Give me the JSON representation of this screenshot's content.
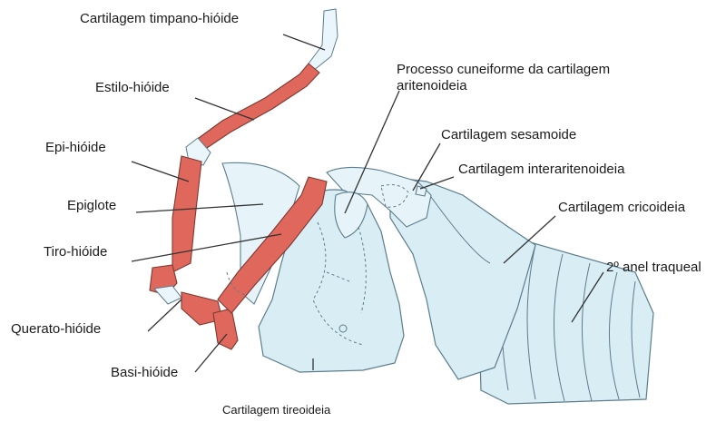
{
  "labels": {
    "timpano_hioide": "Cartilagem timpano-hióide",
    "estilo_hioide": "Estilo-hióide",
    "epi_hioide": "Epi-hióide",
    "epiglote": "Epiglote",
    "tiro_hioide": "Tiro-hióide",
    "querato_hioide": "Querato-hióide",
    "basi_hioide": "Basi-hióide",
    "tireoideia": "Cartilagem tireoideia",
    "cuneiforme_line1": "Processo cuneiforme da cartilagem",
    "cuneiforme_line2": "aritenoideia",
    "sesamoide": "Cartilagem sesamoide",
    "interaritenoideia": "Cartilagem interaritenoideia",
    "cricoideia": "Cartilagem cricoideia",
    "anel_traqueal": "2º anel traqueal"
  },
  "colors": {
    "bone": "#e0675b",
    "cartilage": "#d9edf5",
    "outline": "#5c7d8c"
  }
}
